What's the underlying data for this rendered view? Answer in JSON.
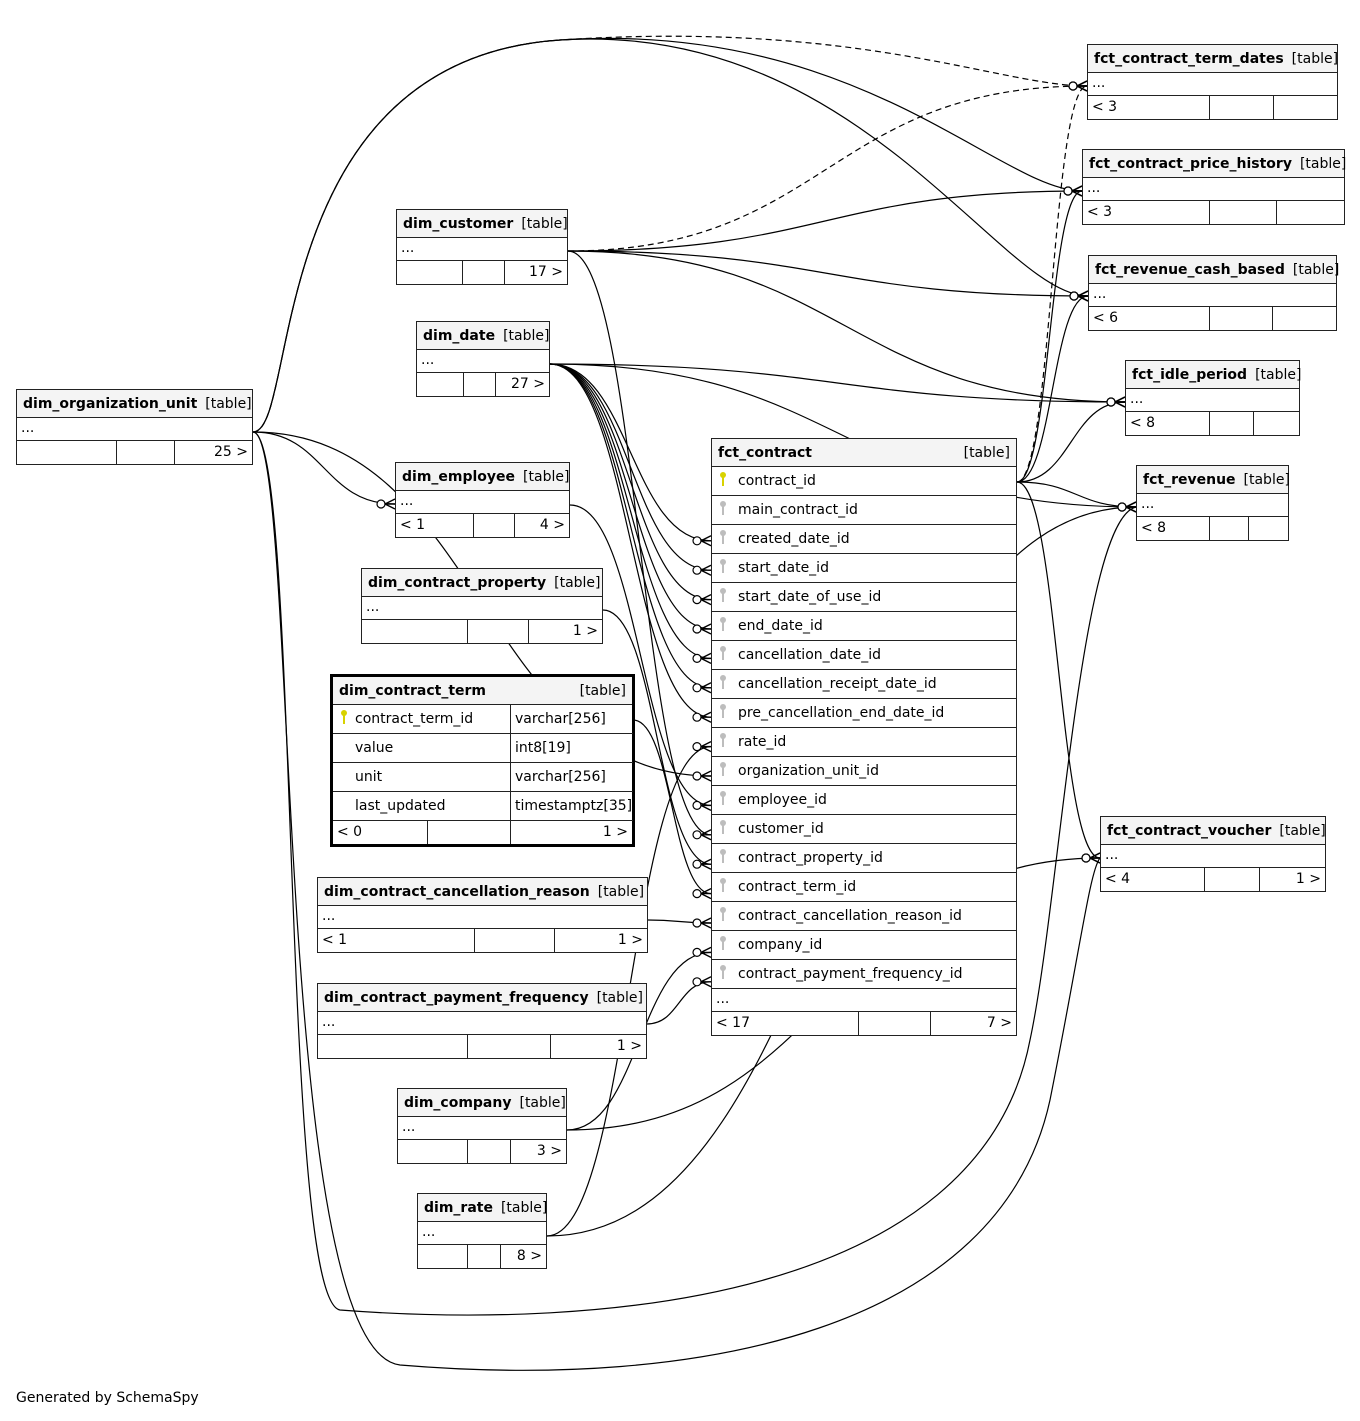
{
  "diagram": {
    "footer_text": "Generated by SchemaSpy",
    "type_label": "[table]",
    "ellipsis": "...",
    "colors": {
      "primary_key": "#d8d200",
      "foreign_key": "#bdbdbd",
      "header_bg": "#f4f4f4",
      "line": "#000000"
    }
  },
  "tables": {
    "dim_organization_unit": {
      "name": "dim_organization_unit",
      "type": "[table]",
      "foot": [
        "",
        "",
        "25 >"
      ]
    },
    "dim_customer": {
      "name": "dim_customer",
      "type": "[table]",
      "foot": [
        "",
        "",
        "17 >"
      ]
    },
    "dim_date": {
      "name": "dim_date",
      "type": "[table]",
      "foot": [
        "",
        "",
        "27 >"
      ]
    },
    "dim_employee": {
      "name": "dim_employee",
      "type": "[table]",
      "foot": [
        "< 1",
        "",
        "4 >"
      ]
    },
    "dim_contract_property": {
      "name": "dim_contract_property",
      "type": "[table]",
      "foot": [
        "",
        "",
        "1 >"
      ]
    },
    "dim_contract_term": {
      "name": "dim_contract_term",
      "type": "[table]",
      "columns": [
        {
          "name": "contract_term_id",
          "type": "varchar[256]",
          "key": "primary"
        },
        {
          "name": "value",
          "type": "int8[19]",
          "key": "none"
        },
        {
          "name": "unit",
          "type": "varchar[256]",
          "key": "none"
        },
        {
          "name": "last_updated",
          "type": "timestamptz[35]",
          "key": "none"
        }
      ],
      "foot": [
        "< 0",
        "",
        "1 >"
      ]
    },
    "dim_contract_cancellation_reason": {
      "name": "dim_contract_cancellation_reason",
      "type": "[table]",
      "foot": [
        "< 1",
        "",
        "1 >"
      ]
    },
    "dim_contract_payment_frequency": {
      "name": "dim_contract_payment_frequency",
      "type": "[table]",
      "foot": [
        "",
        "",
        "1 >"
      ]
    },
    "dim_company": {
      "name": "dim_company",
      "type": "[table]",
      "foot": [
        "",
        "",
        "3 >"
      ]
    },
    "dim_rate": {
      "name": "dim_rate",
      "type": "[table]",
      "foot": [
        "",
        "",
        "8 >"
      ]
    },
    "fct_contract": {
      "name": "fct_contract",
      "type": "[table]",
      "columns": [
        {
          "name": "contract_id",
          "key": "primary"
        },
        {
          "name": "main_contract_id",
          "key": "foreign"
        },
        {
          "name": "created_date_id",
          "key": "foreign"
        },
        {
          "name": "start_date_id",
          "key": "foreign"
        },
        {
          "name": "start_date_of_use_id",
          "key": "foreign"
        },
        {
          "name": "end_date_id",
          "key": "foreign"
        },
        {
          "name": "cancellation_date_id",
          "key": "foreign"
        },
        {
          "name": "cancellation_receipt_date_id",
          "key": "foreign"
        },
        {
          "name": "pre_cancellation_end_date_id",
          "key": "foreign"
        },
        {
          "name": "rate_id",
          "key": "foreign"
        },
        {
          "name": "organization_unit_id",
          "key": "foreign"
        },
        {
          "name": "employee_id",
          "key": "foreign"
        },
        {
          "name": "customer_id",
          "key": "foreign"
        },
        {
          "name": "contract_property_id",
          "key": "foreign"
        },
        {
          "name": "contract_term_id",
          "key": "foreign"
        },
        {
          "name": "contract_cancellation_reason_id",
          "key": "foreign"
        },
        {
          "name": "company_id",
          "key": "foreign"
        },
        {
          "name": "contract_payment_frequency_id",
          "key": "foreign"
        }
      ],
      "foot": [
        "< 17",
        "",
        "7 >"
      ]
    },
    "fct_contract_term_dates": {
      "name": "fct_contract_term_dates",
      "type": "[table]",
      "foot": [
        "< 3",
        "",
        ""
      ]
    },
    "fct_contract_price_history": {
      "name": "fct_contract_price_history",
      "type": "[table]",
      "foot": [
        "< 3",
        "",
        ""
      ]
    },
    "fct_revenue_cash_based": {
      "name": "fct_revenue_cash_based",
      "type": "[table]",
      "foot": [
        "< 6",
        "",
        ""
      ]
    },
    "fct_idle_period": {
      "name": "fct_idle_period",
      "type": "[table]",
      "foot": [
        "< 8",
        "",
        ""
      ]
    },
    "fct_revenue": {
      "name": "fct_revenue",
      "type": "[table]",
      "foot": [
        "< 8",
        "",
        ""
      ]
    },
    "fct_contract_voucher": {
      "name": "fct_contract_voucher",
      "type": "[table]",
      "foot": [
        "< 4",
        "",
        "1 >"
      ]
    }
  },
  "relationships": [
    {
      "from": "dim_date",
      "to": "fct_contract.created_date_id"
    },
    {
      "from": "dim_date",
      "to": "fct_contract.start_date_id"
    },
    {
      "from": "dim_date",
      "to": "fct_contract.start_date_of_use_id"
    },
    {
      "from": "dim_date",
      "to": "fct_contract.end_date_id"
    },
    {
      "from": "dim_date",
      "to": "fct_contract.cancellation_date_id"
    },
    {
      "from": "dim_date",
      "to": "fct_contract.cancellation_receipt_date_id"
    },
    {
      "from": "dim_date",
      "to": "fct_contract.pre_cancellation_end_date_id"
    },
    {
      "from": "dim_rate",
      "to": "fct_contract.rate_id"
    },
    {
      "from": "dim_organization_unit",
      "to": "fct_contract.organization_unit_id"
    },
    {
      "from": "dim_employee",
      "to": "fct_contract.employee_id"
    },
    {
      "from": "dim_customer",
      "to": "fct_contract.customer_id"
    },
    {
      "from": "dim_contract_property",
      "to": "fct_contract.contract_property_id"
    },
    {
      "from": "dim_contract_term",
      "to": "fct_contract.contract_term_id"
    },
    {
      "from": "dim_contract_cancellation_reason",
      "to": "fct_contract.contract_cancellation_reason_id"
    },
    {
      "from": "dim_company",
      "to": "fct_contract.company_id"
    },
    {
      "from": "dim_contract_payment_frequency",
      "to": "fct_contract.contract_payment_frequency_id"
    },
    {
      "from": "dim_organization_unit",
      "to": "dim_employee"
    },
    {
      "from": "fct_contract",
      "to": "fct_contract_term_dates",
      "implied": true
    },
    {
      "from": "dim_customer",
      "to": "fct_contract_term_dates",
      "implied": true
    },
    {
      "from": "dim_organization_unit",
      "to": "fct_contract_term_dates",
      "implied": true
    },
    {
      "from": "fct_contract",
      "to": "fct_contract_price_history"
    },
    {
      "from": "dim_customer",
      "to": "fct_contract_price_history"
    },
    {
      "from": "dim_organization_unit",
      "to": "fct_contract_price_history"
    },
    {
      "from": "fct_contract",
      "to": "fct_revenue_cash_based"
    },
    {
      "from": "dim_customer",
      "to": "fct_revenue_cash_based"
    },
    {
      "from": "dim_organization_unit",
      "to": "fct_revenue_cash_based"
    },
    {
      "from": "fct_contract",
      "to": "fct_idle_period"
    },
    {
      "from": "dim_date",
      "to": "fct_idle_period"
    },
    {
      "from": "dim_customer",
      "to": "fct_idle_period"
    },
    {
      "from": "fct_contract",
      "to": "fct_revenue"
    },
    {
      "from": "dim_date",
      "to": "fct_revenue"
    },
    {
      "from": "dim_rate",
      "to": "fct_revenue"
    },
    {
      "from": "fct_contract",
      "to": "fct_contract_voucher"
    },
    {
      "from": "dim_company",
      "to": "fct_contract_voucher"
    }
  ]
}
